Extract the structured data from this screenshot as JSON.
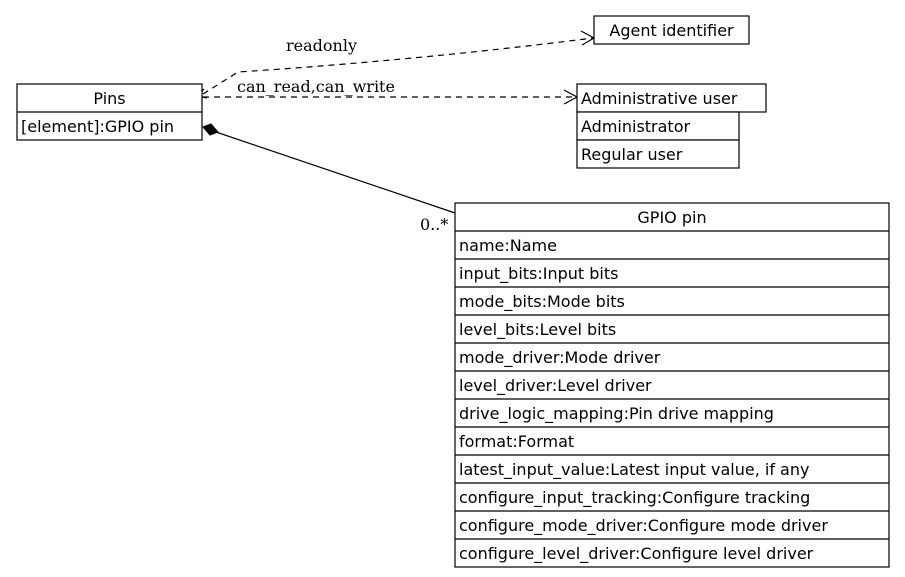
{
  "pins": {
    "title": "Pins",
    "attributes": [
      "[element]:GPIO pin"
    ]
  },
  "agent": {
    "title": "Agent identifier"
  },
  "admin_user": {
    "title": "Administrative user",
    "values": [
      "Administrator",
      "Regular user"
    ]
  },
  "gpio_pin": {
    "title": "GPIO pin",
    "attributes": [
      "name:Name",
      "input_bits:Input bits",
      "mode_bits:Mode bits",
      "level_bits:Level bits",
      "mode_driver:Mode driver",
      "level_driver:Level driver",
      "drive_logic_mapping:Pin drive mapping",
      "format:Format",
      "latest_input_value:Latest input value, if any",
      "configure_input_tracking:Configure tracking",
      "configure_mode_driver:Configure mode driver",
      "configure_level_driver:Configure level driver"
    ]
  },
  "edges": {
    "readonly_label": "readonly",
    "rw_label": "can_read,can_write",
    "multiplicity": "0..*"
  }
}
